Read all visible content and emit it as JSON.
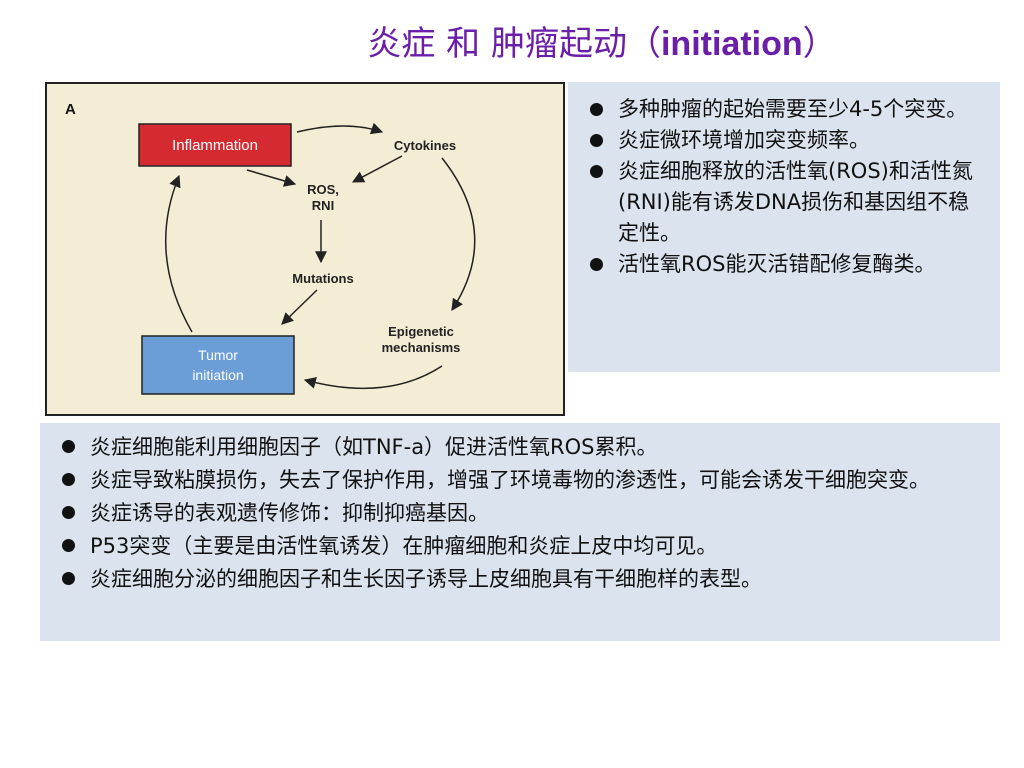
{
  "title": {
    "cn1": "炎症 和 肿瘤起动（",
    "en": "initiation",
    "cn2": "）"
  },
  "figure": {
    "panel_label": "A",
    "inflammation": "Inflammation",
    "cytokines": "Cytokines",
    "ros_line1": "ROS,",
    "ros_line2": "RNI",
    "mutations": "Mutations",
    "epigenetic_line1": "Epigenetic",
    "epigenetic_line2": "mechanisms",
    "tumor_line1": "Tumor",
    "tumor_line2": "initiation",
    "colors": {
      "inflammation": "#d42a30",
      "tumor": "#6b9ed6",
      "background": "#f4edd5"
    }
  },
  "right_bullets": [
    "多种肿瘤的起始需要至少4-5个突变。",
    "炎症微环境增加突变频率。",
    "炎症细胞释放的活性氧(ROS)和活性氮 (RNI)能有诱发DNA损伤和基因组不稳定性。",
    "活性氧ROS能灭活错配修复酶类。"
  ],
  "bottom_bullets": [
    "炎症细胞能利用细胞因子（如TNF-a）促进活性氧ROS累积。",
    "炎症导致粘膜损伤，失去了保护作用，增强了环境毒物的渗透性，可能会诱发干细胞突变。",
    "炎症诱导的表观遗传修饰：抑制抑癌基因。",
    "P53突变（主要是由活性氧诱发）在肿瘤细胞和炎症上皮中均可见。",
    "炎症细胞分泌的细胞因子和生长因子诱导上皮细胞具有干细胞样的表型。"
  ]
}
